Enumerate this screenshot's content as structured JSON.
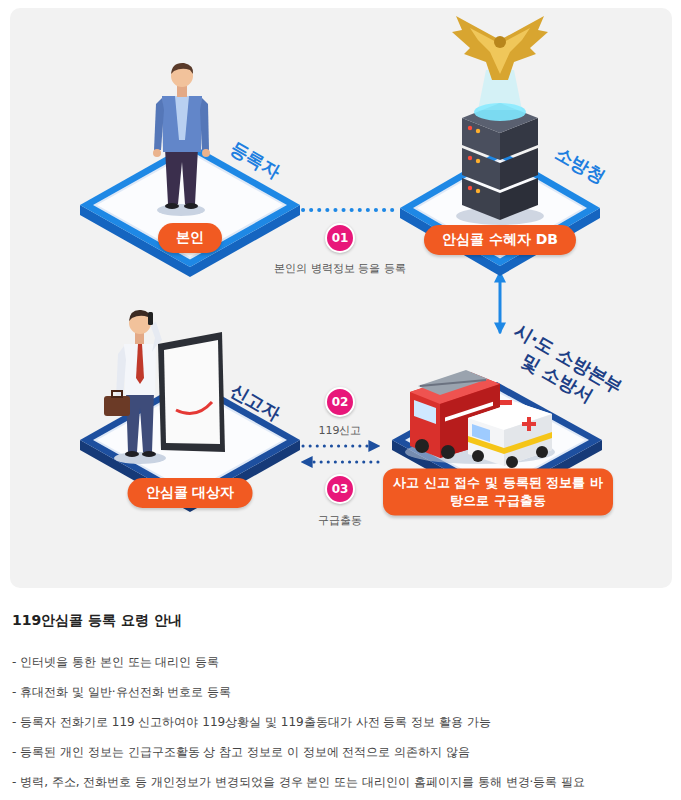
{
  "diagram": {
    "title": "119안심콜 등록 요령 안내",
    "nodes": [
      {
        "text": [
          "등록자",
          "본인"
        ]
      },
      {
        "text": [
          "소방청",
          "안심콜 수혜자 DB"
        ]
      },
      {
        "text": [
          "신고자",
          "안심콜 대상자"
        ]
      },
      {
        "text": [
          "시·도 소방본부 및 소방서",
          "사고 신고 접수 및 등록된 정보를 바탕으로 구급출동"
        ]
      }
    ],
    "edges": [
      {
        "from": 0,
        "to": 1,
        "arrow": "none",
        "label": "본인의 병력정보 등을 등록"
      },
      {
        "from": 1,
        "to": 3,
        "arrow": "both"
      },
      {
        "from": 2,
        "to": 3,
        "arrow": "to",
        "label": "119신고"
      },
      {
        "from": 3,
        "to": 2,
        "arrow": "to",
        "label": "구급출동"
      }
    ],
    "labels": [
      "01",
      "02",
      "03",
      "119",
      "- 인터넷을 통한 본인 또는 대리인 등록",
      "- 휴대전화 및 일반·유선전화 번호로 등록",
      "- 등록자 전화기로 119 신고하여야 119상황실 및 119출동대가 사전 등록 정보 활용 가능",
      "- 등록된 개인 정보는 긴급구조활동 상 참고 정보로 이 정보에 전적으로 의존하지 않음",
      "- 병력, 주소, 전화번호 등 개인정보가 변경되었을 경우 본인 또는 대리인이 홈페이지를 통해 변경·등록 필요"
    ]
  }
}
